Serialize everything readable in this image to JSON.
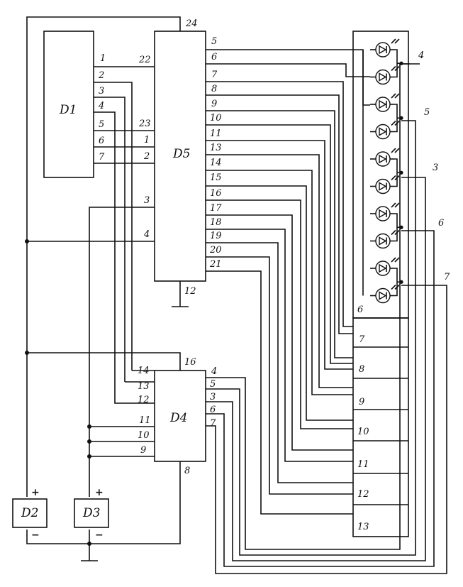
{
  "blocks": {
    "d1": {
      "label": "D1",
      "pins": [
        "1",
        "2",
        "3",
        "4",
        "5",
        "6",
        "7"
      ]
    },
    "d5": {
      "label": "D5",
      "top_pin": "24",
      "bottom_pin": "12",
      "left_pins": [
        "22",
        "23",
        "1",
        "2",
        "3",
        "4"
      ],
      "right_pins": [
        "5",
        "6",
        "7",
        "8",
        "9",
        "10",
        "11",
        "13",
        "14",
        "15",
        "16",
        "17",
        "18",
        "19",
        "20",
        "21"
      ]
    },
    "d4": {
      "label": "D4",
      "top_pin": "16",
      "bottom_pin": "8",
      "left_pins": [
        "14",
        "13",
        "12",
        "11",
        "10",
        "9"
      ],
      "right_pins": [
        "4",
        "5",
        "3",
        "6",
        "7"
      ]
    },
    "d2": {
      "label": "D2",
      "plus": "+",
      "minus": "−"
    },
    "d3": {
      "label": "D3",
      "plus": "+",
      "minus": "−"
    }
  },
  "display": {
    "led_count": 10,
    "digit_lines": [
      "4",
      "5",
      "3",
      "6",
      "7"
    ],
    "segment_pins": [
      "6",
      "7",
      "8",
      "9",
      "10",
      "11",
      "12",
      "13"
    ]
  }
}
